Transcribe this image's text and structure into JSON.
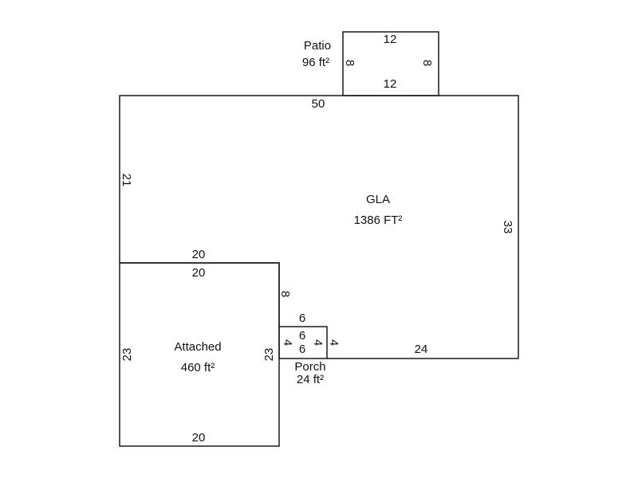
{
  "diagram": {
    "type": "floor-plan-sketch",
    "line_color": "#1a1a1a",
    "areas": {
      "gla": {
        "name": "GLA",
        "area": "1386 FT²"
      },
      "patio": {
        "name": "Patio",
        "area": "96 ft²"
      },
      "attached": {
        "name": "Attached",
        "area": "460 ft²"
      },
      "porch": {
        "name": "Porch",
        "area": "24 ft²"
      }
    },
    "dimensions": {
      "patio_top": "12",
      "patio_bottom": "12",
      "patio_left": "8",
      "patio_right": "8",
      "gla_top": "50",
      "gla_left": "21",
      "gla_right": "33",
      "gla_bottom_right": "24",
      "gla_inner_top": "20",
      "gla_inner_right": "8",
      "gla_porch_top": "6",
      "attached_top": "20",
      "attached_left": "23",
      "attached_right": "23",
      "attached_bottom": "20",
      "porch_top": "6",
      "porch_bottom": "6",
      "porch_left": "4",
      "porch_right": "4",
      "porch_outer_right": "4"
    }
  }
}
